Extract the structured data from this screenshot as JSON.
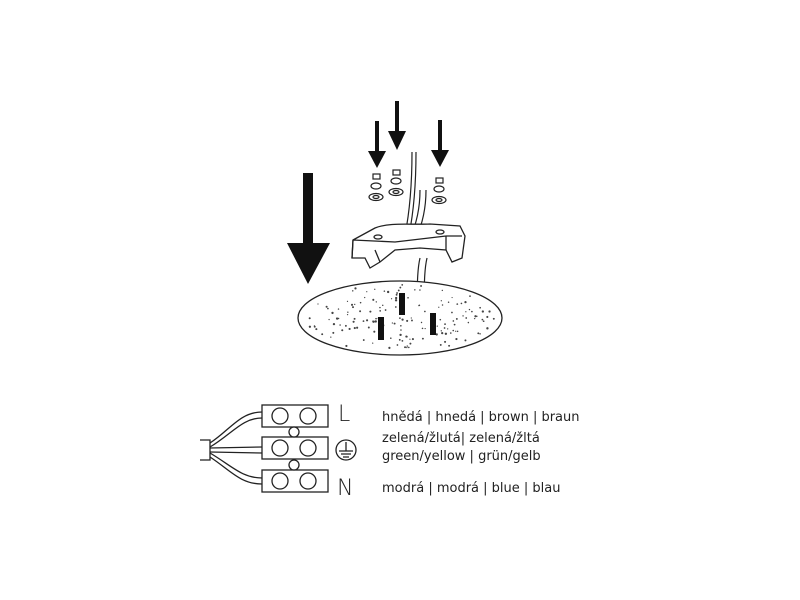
{
  "wiring": {
    "live": {
      "symbol": "L",
      "text": "hnědá | hnedá | brown | braun"
    },
    "earth": {
      "symbol": "earth-ground",
      "text_line1": "zelená/žlutá| zelená/žltá",
      "text_line2": "green/yellow | grün/gelb"
    },
    "neutral": {
      "symbol": "N",
      "text": "modrá | modrá | blue | blau"
    }
  },
  "colors": {
    "ink": "#222222",
    "background": "#ffffff"
  }
}
